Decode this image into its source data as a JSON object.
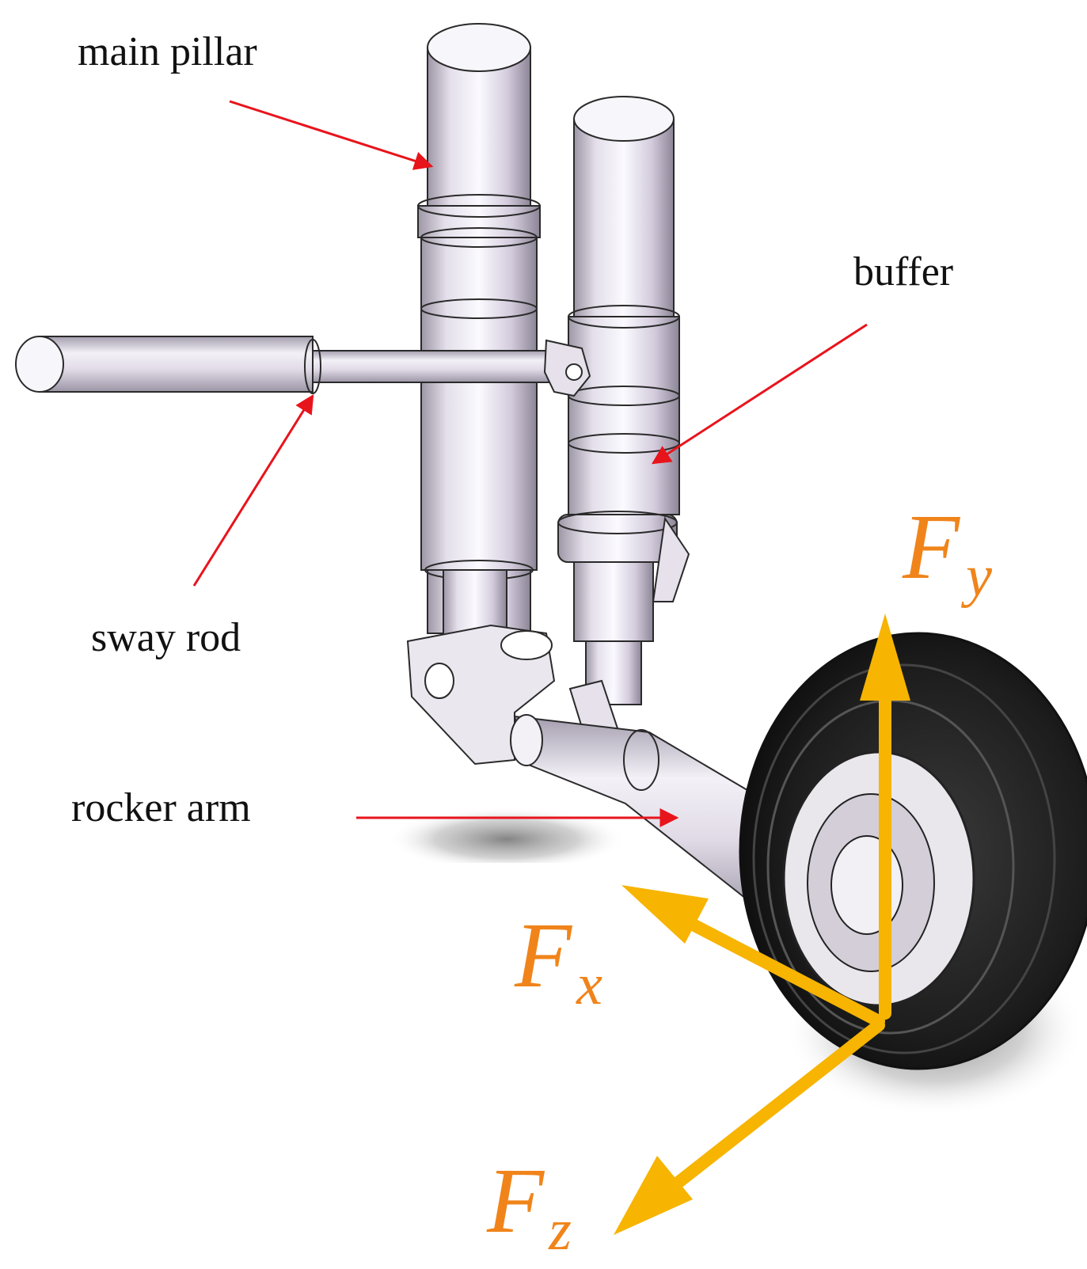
{
  "labels": {
    "main_pillar": "main pillar",
    "buffer": "buffer",
    "sway_rod": "sway rod",
    "rocker_arm": "rocker arm"
  },
  "forces": {
    "fy": {
      "symbol": "F",
      "subscript": "y"
    },
    "fx": {
      "symbol": "F",
      "subscript": "x"
    },
    "fz": {
      "symbol": "F",
      "subscript": "z"
    }
  },
  "colors": {
    "leader_arrow": "#e8141c",
    "force_arrow": "#f7b400",
    "force_text": "#f0841a",
    "metal_light": "#f3f1f6",
    "metal_mid": "#cfc8d6",
    "metal_dark": "#8e8797",
    "tire": "#1b1b1b",
    "outline": "#2a2a2a"
  }
}
